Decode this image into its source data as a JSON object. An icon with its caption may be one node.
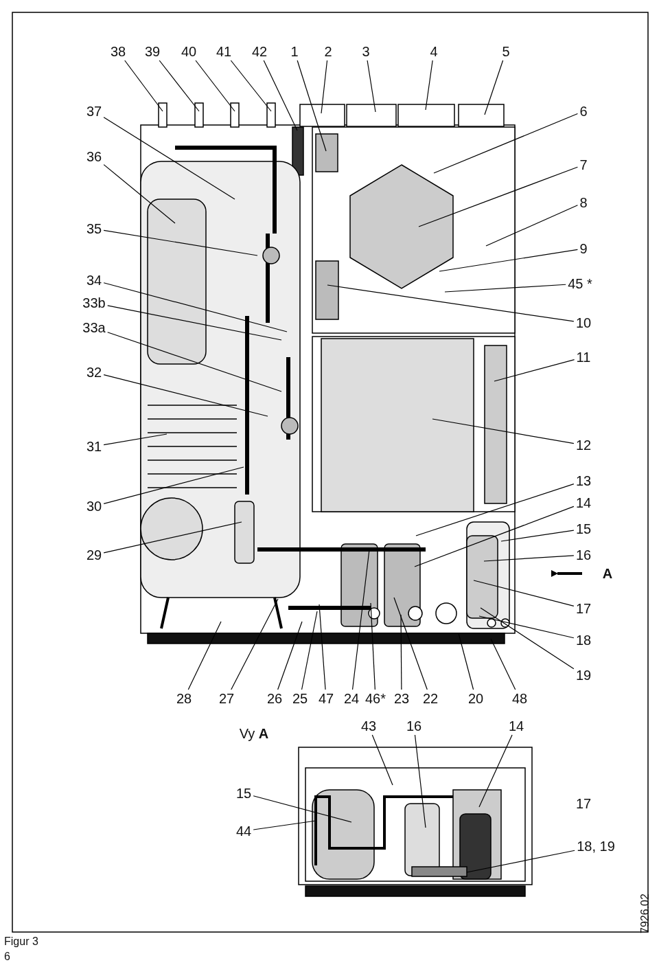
{
  "diagram": {
    "nodes": [
      {
        "text": [
          "38"
        ]
      },
      {
        "text": [
          "39"
        ]
      },
      {
        "text": [
          "40"
        ]
      },
      {
        "text": [
          "41"
        ]
      },
      {
        "text": [
          "42"
        ]
      },
      {
        "text": [
          "1"
        ]
      },
      {
        "text": [
          "2"
        ]
      },
      {
        "text": [
          "3"
        ]
      },
      {
        "text": [
          "4"
        ]
      },
      {
        "text": [
          "5"
        ]
      },
      {
        "text": [
          "37"
        ]
      },
      {
        "text": [
          "36"
        ]
      },
      {
        "text": [
          "35"
        ]
      },
      {
        "text": [
          "34"
        ]
      },
      {
        "text": [
          "33b"
        ]
      },
      {
        "text": [
          "33a"
        ]
      },
      {
        "text": [
          "32"
        ]
      },
      {
        "text": [
          "31"
        ]
      },
      {
        "text": [
          "30"
        ]
      },
      {
        "text": [
          "29"
        ]
      },
      {
        "text": [
          "6"
        ]
      },
      {
        "text": [
          "7"
        ]
      },
      {
        "text": [
          "8"
        ]
      },
      {
        "text": [
          "9"
        ]
      },
      {
        "text": [
          "45 *"
        ]
      },
      {
        "text": [
          "10"
        ]
      },
      {
        "text": [
          "11"
        ]
      },
      {
        "text": [
          "12"
        ]
      },
      {
        "text": [
          "13"
        ]
      },
      {
        "text": [
          "14"
        ]
      },
      {
        "text": [
          "15"
        ]
      },
      {
        "text": [
          "16"
        ]
      },
      {
        "text": [
          "17"
        ]
      },
      {
        "text": [
          "18"
        ]
      },
      {
        "text": [
          "19"
        ]
      },
      {
        "text": [
          "28"
        ]
      },
      {
        "text": [
          "27"
        ]
      },
      {
        "text": [
          "26"
        ]
      },
      {
        "text": [
          "25"
        ]
      },
      {
        "text": [
          "47"
        ]
      },
      {
        "text": [
          "24"
        ]
      },
      {
        "text": [
          "46*"
        ]
      },
      {
        "text": [
          "23"
        ]
      },
      {
        "text": [
          "22"
        ]
      },
      {
        "text": [
          "20"
        ]
      },
      {
        "text": [
          "48"
        ]
      },
      {
        "text": [
          "43"
        ]
      },
      {
        "text": [
          "16"
        ]
      },
      {
        "text": [
          "14"
        ]
      },
      {
        "text": [
          "15"
        ]
      },
      {
        "text": [
          "44"
        ]
      },
      {
        "text": [
          "18, 19"
        ]
      }
    ],
    "edges": [
      {
        "from": 0,
        "to": null,
        "arrow": "none"
      },
      {
        "from": 1,
        "to": null,
        "arrow": "none"
      },
      {
        "from": 2,
        "to": null,
        "arrow": "none"
      },
      {
        "from": 3,
        "to": null,
        "arrow": "none"
      },
      {
        "from": 4,
        "to": null,
        "arrow": "none"
      },
      {
        "from": 5,
        "to": null,
        "arrow": "none"
      },
      {
        "from": 6,
        "to": null,
        "arrow": "none"
      },
      {
        "from": 7,
        "to": null,
        "arrow": "none"
      },
      {
        "from": 8,
        "to": null,
        "arrow": "none"
      },
      {
        "from": 9,
        "to": null,
        "arrow": "none"
      },
      {
        "from": 10,
        "to": null,
        "arrow": "none"
      },
      {
        "from": 11,
        "to": null,
        "arrow": "none"
      },
      {
        "from": 12,
        "to": null,
        "arrow": "none"
      },
      {
        "from": 13,
        "to": null,
        "arrow": "none"
      },
      {
        "from": 14,
        "to": null,
        "arrow": "none"
      },
      {
        "from": 15,
        "to": null,
        "arrow": "none"
      },
      {
        "from": 16,
        "to": null,
        "arrow": "none"
      },
      {
        "from": 17,
        "to": null,
        "arrow": "none"
      },
      {
        "from": 18,
        "to": null,
        "arrow": "none"
      },
      {
        "from": 19,
        "to": null,
        "arrow": "none"
      },
      {
        "from": 20,
        "to": null,
        "arrow": "none"
      },
      {
        "from": 21,
        "to": null,
        "arrow": "none"
      },
      {
        "from": 22,
        "to": null,
        "arrow": "none"
      },
      {
        "from": 23,
        "to": null,
        "arrow": "none"
      },
      {
        "from": 24,
        "to": null,
        "arrow": "none"
      },
      {
        "from": 25,
        "to": null,
        "arrow": "none"
      },
      {
        "from": 26,
        "to": null,
        "arrow": "none"
      },
      {
        "from": 27,
        "to": null,
        "arrow": "none"
      },
      {
        "from": 28,
        "to": null,
        "arrow": "none"
      },
      {
        "from": 29,
        "to": null,
        "arrow": "none"
      },
      {
        "from": 30,
        "to": null,
        "arrow": "none"
      },
      {
        "from": 31,
        "to": null,
        "arrow": "none"
      },
      {
        "from": 32,
        "to": null,
        "arrow": "none"
      },
      {
        "from": 33,
        "to": null,
        "arrow": "none"
      },
      {
        "from": 34,
        "to": null,
        "arrow": "none"
      },
      {
        "from": 35,
        "to": null,
        "arrow": "none"
      },
      {
        "from": 36,
        "to": null,
        "arrow": "none"
      },
      {
        "from": 37,
        "to": null,
        "arrow": "none"
      },
      {
        "from": 38,
        "to": null,
        "arrow": "none"
      },
      {
        "from": 39,
        "to": null,
        "arrow": "none"
      },
      {
        "from": 40,
        "to": null,
        "arrow": "none"
      },
      {
        "from": 41,
        "to": null,
        "arrow": "none"
      },
      {
        "from": 42,
        "to": null,
        "arrow": "none"
      },
      {
        "from": 43,
        "to": null,
        "arrow": "none"
      },
      {
        "from": 44,
        "to": null,
        "arrow": "none"
      },
      {
        "from": 45,
        "to": null,
        "arrow": "none"
      },
      {
        "from": 46,
        "to": null,
        "arrow": "none"
      },
      {
        "from": 47,
        "to": null,
        "arrow": "none"
      },
      {
        "from": 48,
        "to": null,
        "arrow": "none"
      },
      {
        "from": 49,
        "to": null,
        "arrow": "none"
      },
      {
        "from": 50,
        "to": null,
        "arrow": "none"
      },
      {
        "from": 51,
        "to": null,
        "arrow": "none"
      }
    ],
    "labels": [
      "A",
      "Vy **A**",
      "17",
      "7926.02",
      "Figur 3",
      "6"
    ]
  }
}
